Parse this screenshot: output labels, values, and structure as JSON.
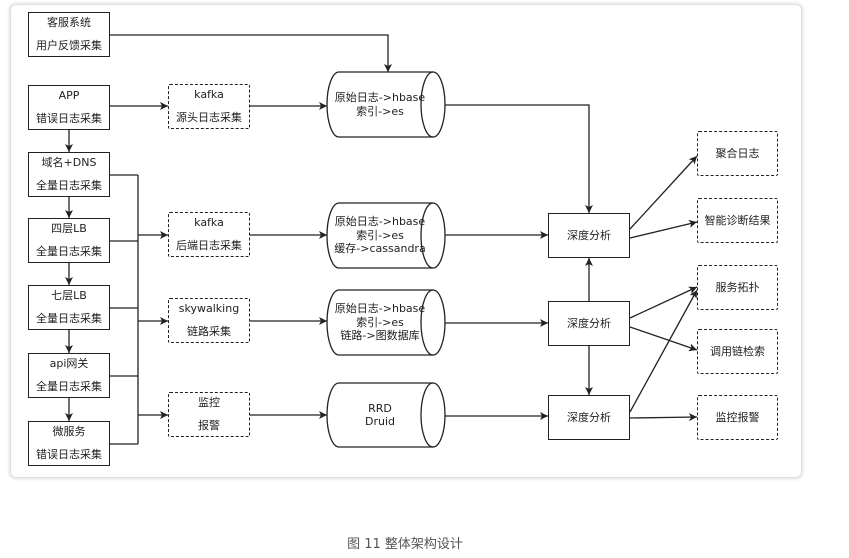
{
  "colors": {
    "line": "#222222",
    "text": "#222222",
    "caption": "#555555"
  },
  "diagram": {
    "sources": [
      {
        "title": "客服系统",
        "subtitle": "用户反馈采集"
      },
      {
        "title": "APP",
        "subtitle": "错误日志采集"
      },
      {
        "title": "域名+DNS",
        "subtitle": "全量日志采集"
      },
      {
        "title": "四层LB",
        "subtitle": "全量日志采集"
      },
      {
        "title": "七层LB",
        "subtitle": "全量日志采集"
      },
      {
        "title": "api网关",
        "subtitle": "全量日志采集"
      },
      {
        "title": "微服务",
        "subtitle": "错误日志采集"
      }
    ],
    "collectors": [
      {
        "title": "kafka",
        "subtitle": "源头日志采集"
      },
      {
        "title": "kafka",
        "subtitle": "后端日志采集"
      },
      {
        "title": "skywalking",
        "subtitle": "链路采集"
      },
      {
        "title": "监控",
        "subtitle": "报警"
      }
    ],
    "stores": [
      {
        "lines": [
          "原始日志->hbase",
          "索引->es"
        ]
      },
      {
        "lines": [
          "原始日志->hbase",
          "索引->es",
          "缓存->cassandra"
        ]
      },
      {
        "lines": [
          "原始日志->hbase",
          "索引->es",
          "链路->图数据库"
        ]
      },
      {
        "lines": [
          "RRD",
          "Druid"
        ]
      }
    ],
    "analysis": [
      "深度分析",
      "深度分析",
      "深度分析"
    ],
    "outputs": [
      "聚合日志",
      "智能诊断结果",
      "服务拓扑",
      "调用链检索",
      "监控报警"
    ]
  },
  "caption": "图 11 整体架构设计"
}
